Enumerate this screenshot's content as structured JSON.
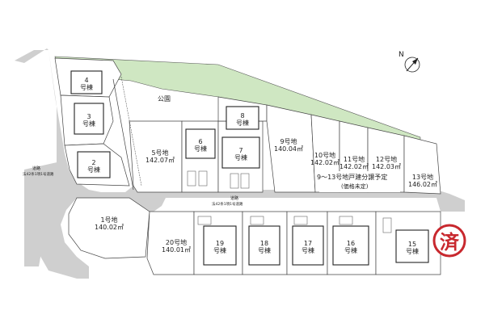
{
  "park_label": "公園",
  "schedule_note": "9〜13号地戸建分譲予定",
  "price_note": "(価格未定)",
  "road_a": {
    "line1": "道路",
    "line2": "法42条1項1号道路"
  },
  "road_b": {
    "line1": "道路",
    "line2": "法42条1項1号道路"
  },
  "sold_stamp": "済",
  "compass_label": "N",
  "house_suffix": "号棟",
  "plots": [
    {
      "id": "1",
      "name": "1号地",
      "area": "140.02㎡"
    },
    {
      "id": "5",
      "name": "5号地",
      "area": "142.07㎡"
    },
    {
      "id": "9",
      "name": "9号地",
      "area": "140.04㎡"
    },
    {
      "id": "10",
      "name": "10号地",
      "area": "142.02㎡"
    },
    {
      "id": "11",
      "name": "11号地",
      "area": "142.02㎡"
    },
    {
      "id": "12",
      "name": "12号地",
      "area": "142.03㎡"
    },
    {
      "id": "13",
      "name": "13号地",
      "area": "146.02㎡"
    },
    {
      "id": "20",
      "name": "20号地",
      "area": "140.01㎡"
    }
  ],
  "houses": [
    "2",
    "3",
    "4",
    "6",
    "7",
    "8",
    "15",
    "16",
    "17",
    "18",
    "19"
  ]
}
